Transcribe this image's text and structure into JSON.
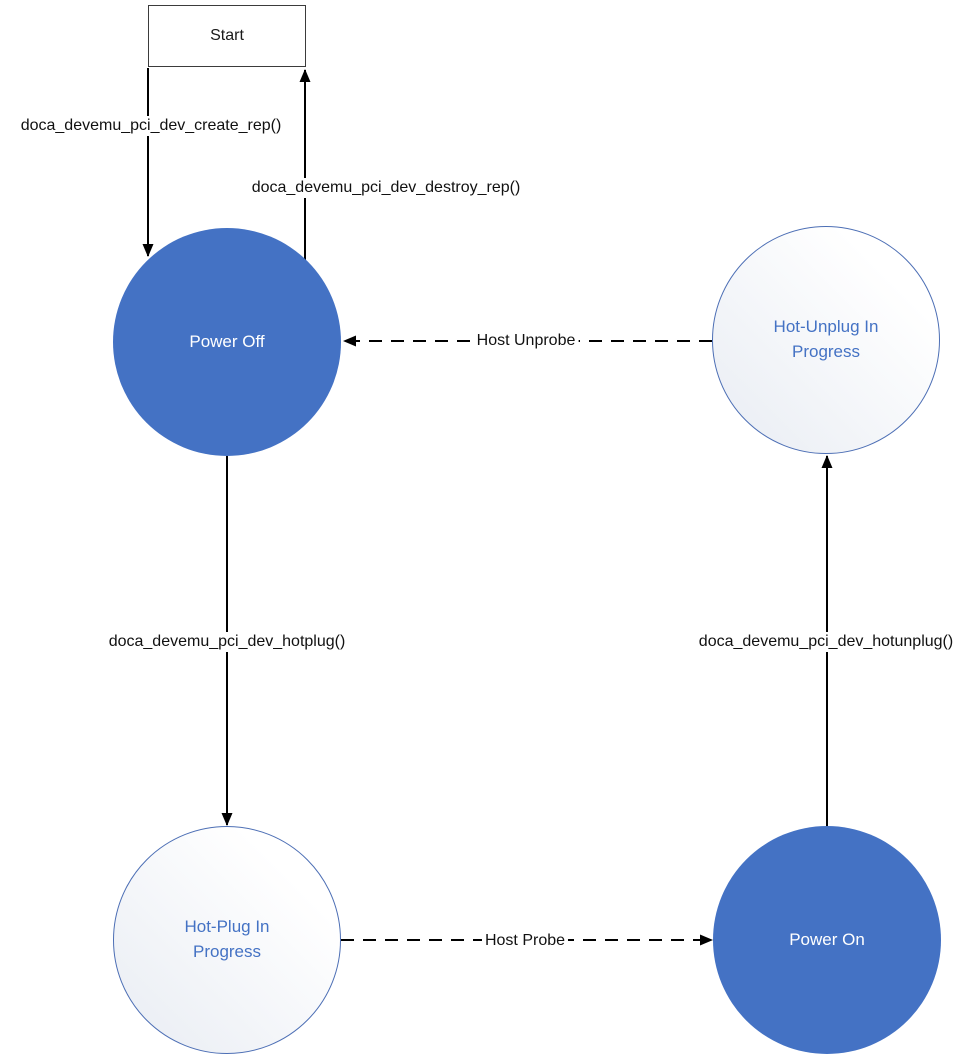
{
  "nodes": {
    "start": {
      "label": "Start"
    },
    "power_off": {
      "label": "Power Off"
    },
    "hot_unplug": {
      "lines": [
        "Hot-Unplug In",
        "Progress"
      ]
    },
    "hot_plug": {
      "lines": [
        "Hot-Plug In",
        "Progress"
      ]
    },
    "power_on": {
      "label": "Power On"
    }
  },
  "edges": {
    "create_rep": {
      "label": "doca_devemu_pci_dev_create_rep()",
      "style": "solid",
      "from": "Start",
      "to": "Power Off"
    },
    "destroy_rep": {
      "label": "doca_devemu_pci_dev_destroy_rep()",
      "style": "solid",
      "from": "Power Off",
      "to": "Start"
    },
    "host_unprobe": {
      "label": "Host Unprobe",
      "style": "dashed",
      "from": "Hot-Unplug In Progress",
      "to": "Power Off"
    },
    "hotplug": {
      "label": "doca_devemu_pci_dev_hotplug()",
      "style": "solid",
      "from": "Power Off",
      "to": "Hot-Plug In Progress"
    },
    "hotunplug": {
      "label": "doca_devemu_pci_dev_hotunplug()",
      "style": "solid",
      "from": "Power On",
      "to": "Hot-Unplug In Progress"
    },
    "host_probe": {
      "label": "Host Probe",
      "style": "dashed",
      "from": "Hot-Plug In Progress",
      "to": "Power On"
    }
  },
  "colors": {
    "state_fill": "#4472C4",
    "state_text": "#ffffff",
    "outline_border": "#4d6fb5",
    "outline_text": "#4472C4",
    "edge_color": "#000000",
    "canvas_bg": "#ffffff"
  }
}
